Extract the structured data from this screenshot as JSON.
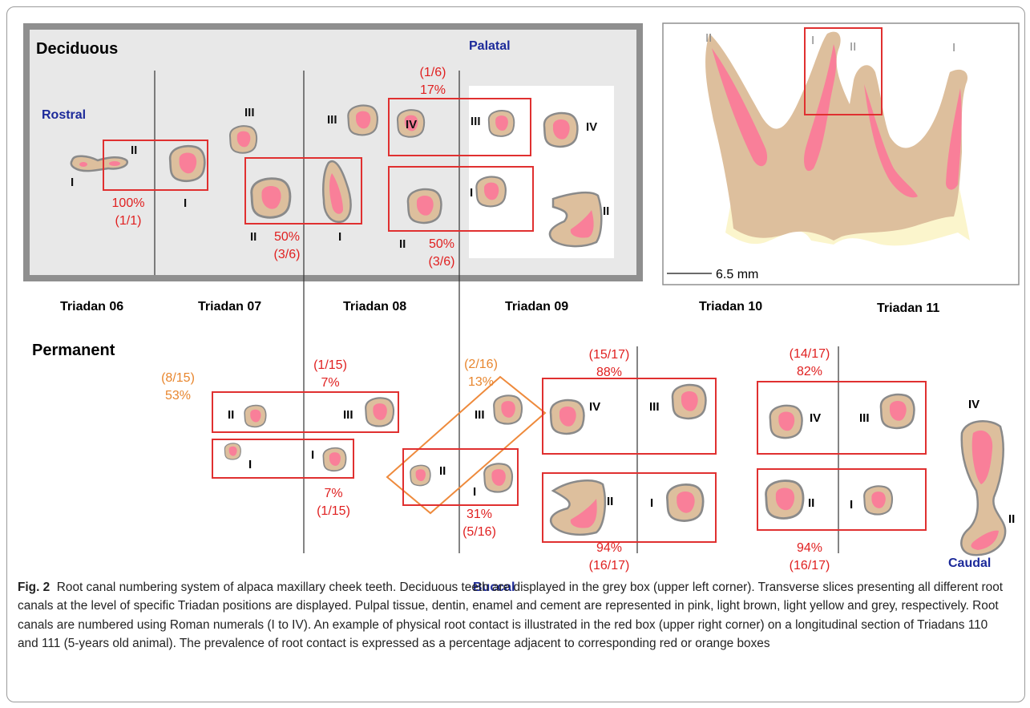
{
  "colors": {
    "pulp": "#f97f99",
    "dentin": "#ddbf9d",
    "enamel": "#fbf5cc",
    "cement": "#8a8a8a",
    "box_red": "#e03030",
    "box_orange": "#ee8a3c",
    "label_red": "#e02020",
    "label_orange": "#e8862e",
    "direction_blue": "#1c2a9a",
    "grey_box_bg": "#e8e8e8",
    "grey_box_border": "#8f8f8f"
  },
  "headings": {
    "deciduous": "Deciduous",
    "permanent": "Permanent",
    "rostral": "Rostral",
    "palatal": "Palatal",
    "buccal": "Buccal",
    "caudal": "Caudal"
  },
  "triadan": [
    "Triadan 06",
    "Triadan 07",
    "Triadan 08",
    "Triadan 09",
    "Triadan 10",
    "Triadan 11"
  ],
  "roots": {
    "I": "I",
    "II": "II",
    "III": "III",
    "IV": "IV"
  },
  "prevalence": {
    "dec06_pct": "100%",
    "dec06_frac": "(1/1)",
    "dec07_pct": "50%",
    "dec07_frac": "(3/6)",
    "dec08_top_frac": "(1/6)",
    "dec08_top_pct": "17%",
    "dec08_bot_pct": "50%",
    "dec08_bot_frac": "(3/6)",
    "p06_frac": "(8/15)",
    "p06_pct": "53%",
    "p07_top_frac": "(1/15)",
    "p07_top_pct": "7%",
    "p07_bot_pct": "7%",
    "p07_bot_frac": "(1/15)",
    "p08_top_frac": "(2/16)",
    "p08_top_pct": "13%",
    "p08_bot_pct": "31%",
    "p08_bot_frac": "(5/16)",
    "p09_top_frac": "(15/17)",
    "p09_top_pct": "88%",
    "p09_bot_pct": "94%",
    "p09_bot_frac": "(16/17)",
    "p10_top_frac": "(14/17)",
    "p10_top_pct": "82%",
    "p10_bot_pct": "94%",
    "p10_bot_frac": "(16/17)"
  },
  "scale_bar": "6.5 mm",
  "caption": {
    "label": "Fig. 2",
    "text": "Root canal numbering system of alpaca maxillary cheek teeth. Deciduous teeth are displayed in the grey box (upper left corner). Transverse slices presenting all different root canals at the level of specific Triadan positions are displayed. Pulpal tissue, dentin, enamel and cement are represented in pink, light brown, light yellow and grey, respectively. Root canals are numbered using Roman numerals (I to IV). An example of physical root contact is illustrated in the red box (upper right corner) on a longitudinal section of Triadans 110 and 111 (5-years old animal). The prevalence of root contact is expressed as a percentage adjacent to corresponding red or orange boxes"
  }
}
